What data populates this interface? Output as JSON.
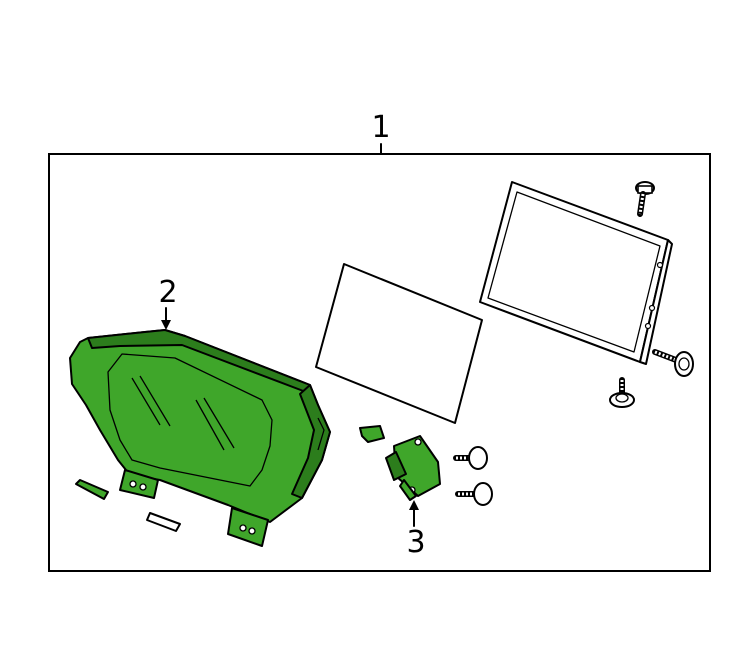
{
  "callouts": {
    "assembly": "1",
    "meter_assembly": "2",
    "connector_unit": "3"
  },
  "colors": {
    "highlight": "#3fa62a",
    "highlight_dark": "#2c7d1c",
    "line": "#000000",
    "background": "#ffffff"
  }
}
